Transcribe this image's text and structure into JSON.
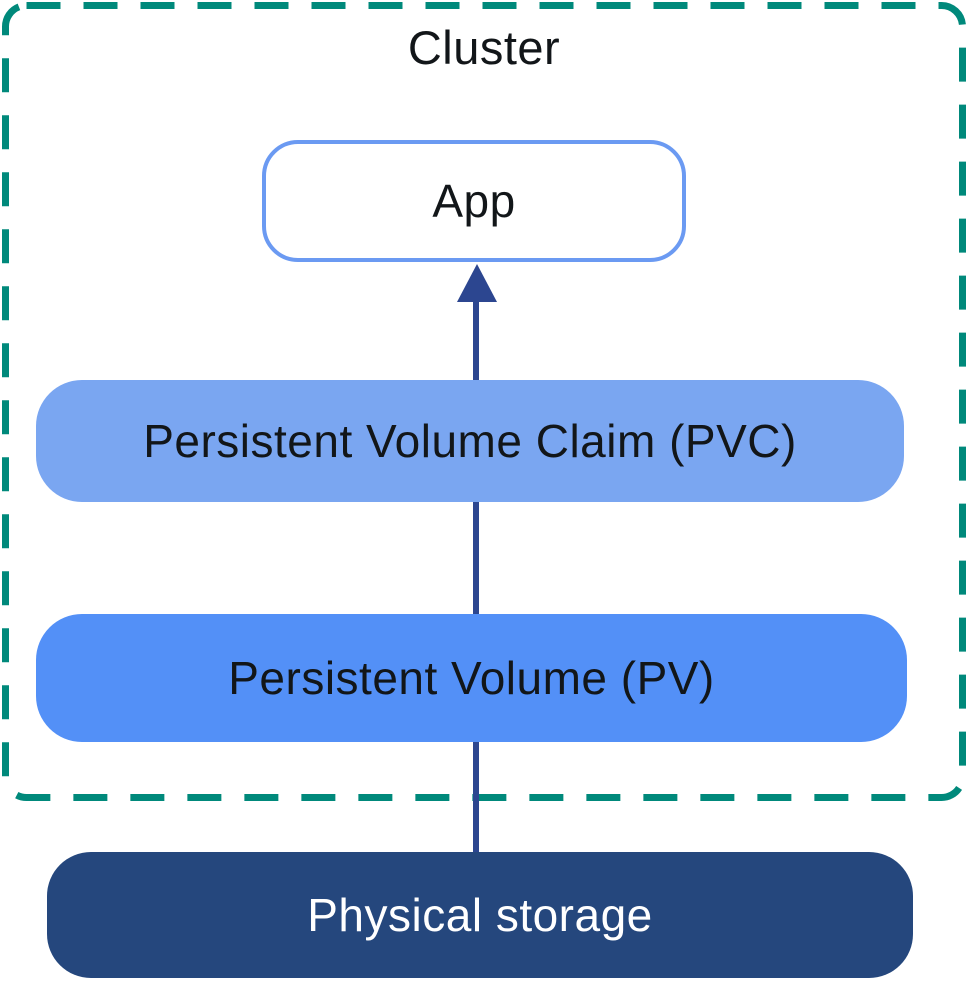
{
  "diagram": {
    "cluster": {
      "title": "Cluster"
    },
    "nodes": [
      {
        "id": "app",
        "label": "App",
        "inside_cluster": true
      },
      {
        "id": "pvc",
        "label": "Persistent Volume Claim (PVC)",
        "inside_cluster": true
      },
      {
        "id": "pv",
        "label": "Persistent Volume (PV)",
        "inside_cluster": true
      },
      {
        "id": "physical-storage",
        "label": "Physical storage",
        "inside_cluster": false
      }
    ],
    "connections": [
      {
        "from": "pvc",
        "to": "app",
        "style": "arrow-up"
      },
      {
        "from": "pv",
        "to": "pvc",
        "style": "line"
      },
      {
        "from": "physical-storage",
        "to": "pv",
        "style": "line"
      }
    ]
  },
  "colors": {
    "cluster-dash": "#00897b",
    "app-border": "#6b9af2",
    "pvc-fill": "#7aa6f1",
    "pv-fill": "#5390f7",
    "physical-fill": "#25477d",
    "connector": "#2c4690",
    "text-dark": "#121619"
  }
}
